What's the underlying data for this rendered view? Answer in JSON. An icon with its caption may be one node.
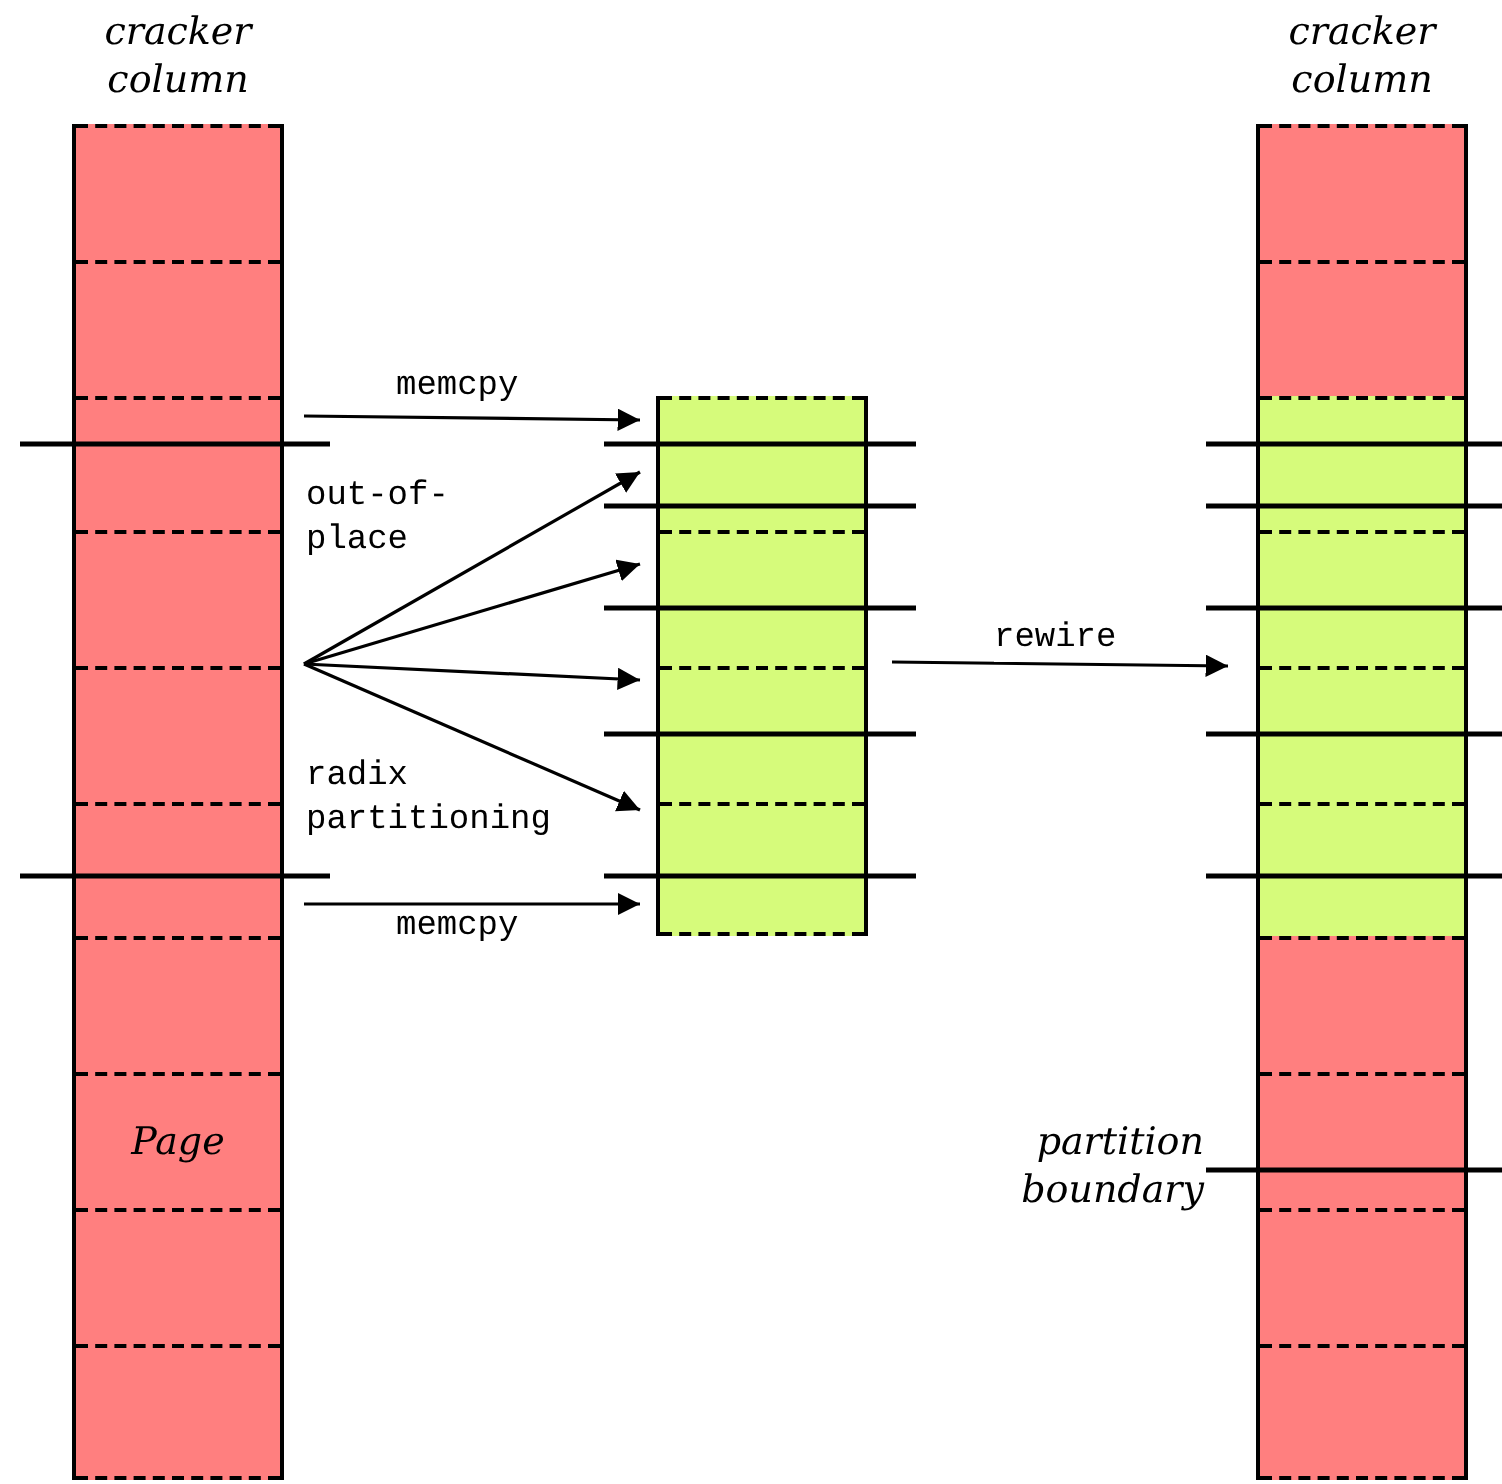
{
  "diagram": {
    "nodes": [
      {
        "text": [
          "cracker column"
        ]
      },
      {
        "text": [],
        "shape": "box",
        "in": 0
      },
      {
        "text": [],
        "shape": "box",
        "in": 0
      },
      {
        "text": [],
        "shape": "box",
        "in": 0
      },
      {
        "text": [],
        "shape": "box",
        "in": 0
      },
      {
        "text": [],
        "shape": "box",
        "in": 0
      },
      {
        "text": [],
        "shape": "box",
        "in": 0
      },
      {
        "text": [],
        "shape": "box",
        "in": 0
      },
      {
        "text": [
          "Page"
        ],
        "in": 0
      },
      {
        "text": [],
        "shape": "box",
        "in": 0
      },
      {
        "text": [],
        "shape": "box",
        "in": 0
      },
      {
        "text": [],
        "shape": "box"
      },
      {
        "text": [],
        "shape": "box",
        "in": 11
      },
      {
        "text": [],
        "shape": "box",
        "in": 11
      },
      {
        "text": [],
        "shape": "box",
        "in": 11
      },
      {
        "text": [],
        "shape": "box",
        "in": 11
      },
      {
        "text": [
          "cracker column"
        ]
      },
      {
        "text": [],
        "shape": "box",
        "in": 16
      },
      {
        "text": [],
        "shape": "box",
        "in": 16
      },
      {
        "text": [],
        "shape": "box",
        "in": 16
      },
      {
        "text": [],
        "shape": "box",
        "in": 16
      },
      {
        "text": [],
        "shape": "box",
        "in": 16
      },
      {
        "text": [],
        "shape": "box",
        "in": 16
      },
      {
        "text": [],
        "shape": "box",
        "in": 16
      },
      {
        "text": [],
        "shape": "box",
        "in": 16
      },
      {
        "text": [],
        "shape": "box",
        "in": 16
      },
      {
        "text": [],
        "shape": "box",
        "in": 16
      }
    ],
    "edges": [
      {
        "from": 3,
        "to": 12,
        "arrow": "to",
        "label": "memcpy"
      },
      {
        "from": 0,
        "to": 12,
        "arrow": "to"
      },
      {
        "from": 0,
        "to": 13,
        "arrow": "to"
      },
      {
        "from": 0,
        "to": 14,
        "arrow": "to"
      },
      {
        "from": 0,
        "to": 15,
        "arrow": "to"
      },
      {
        "from": 6,
        "to": 15,
        "arrow": "to",
        "label": "memcpy"
      },
      {
        "from": 11,
        "to": 16,
        "arrow": "to",
        "label": "rewire"
      }
    ],
    "labels": [
      "out-of-place",
      "radix partitioning",
      "partition boundary"
    ]
  }
}
